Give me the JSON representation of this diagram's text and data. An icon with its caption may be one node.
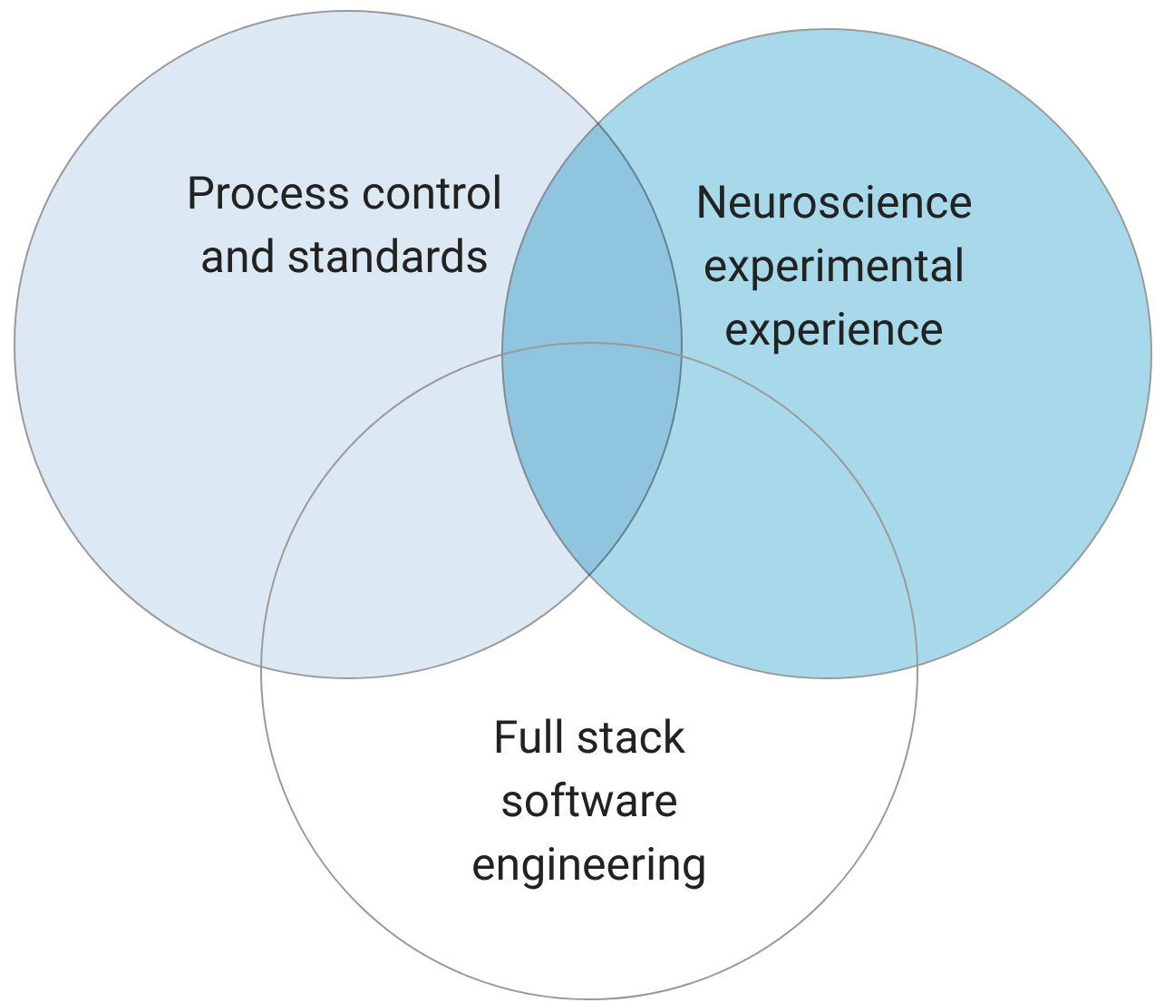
{
  "diagram": {
    "nodes": [
      {
        "text": [
          "Process control and standards"
        ]
      },
      {
        "text": [
          "Neuroscience experimental experience"
        ]
      },
      {
        "text": [
          "Full stack software engineering"
        ]
      }
    ]
  }
}
